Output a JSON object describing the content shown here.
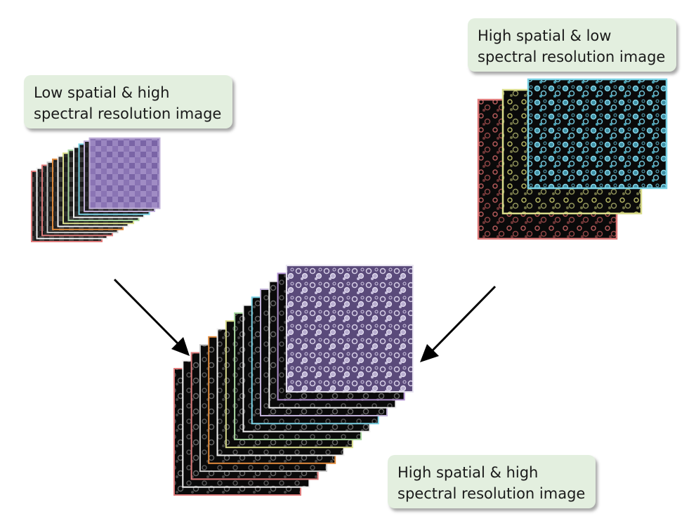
{
  "labels": {
    "low_spatial": [
      "Low spatial & high",
      "spectral resolution image"
    ],
    "high_spatial": [
      "High spatial & low",
      "spectral resolution image"
    ],
    "fused": [
      "High spatial & high",
      "spectral resolution image"
    ]
  },
  "colors": {
    "label_bg": "#e3efdf",
    "band_red": "#e07b7b",
    "band_yellow": "#d9dc8a",
    "band_cyan": "#7ad3e6",
    "band_orange": "#e08a3c",
    "band_purple": "#8a6cb0",
    "arrow": "#000000"
  },
  "band_palette": [
    "#e07b7b",
    "#f0f0f0",
    "#e07b7b",
    "#c8c8c8",
    "#e08a3c",
    "#f0f0f0",
    "#d9dc8a",
    "#a8d8a0",
    "#f0f0f0",
    "#7ad3e6",
    "#c0b0d8",
    "#f0f0f0",
    "#b090d0",
    "#f0f0f0"
  ]
}
